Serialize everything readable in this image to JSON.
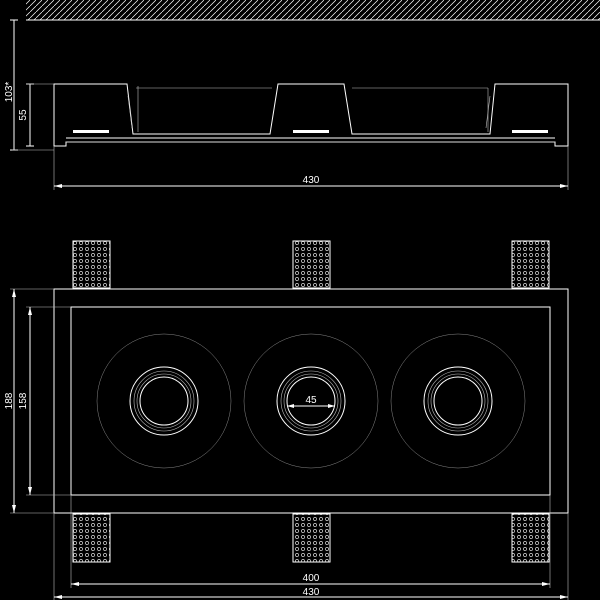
{
  "colors": {
    "background": "#000000",
    "line": "#ffffff",
    "secondary_line": "#bdbdbd",
    "faint_line": "#8a8a8a"
  },
  "side_view": {
    "height_total": "103*",
    "height_body": "55",
    "width": "430"
  },
  "top_view": {
    "height_outer": "188",
    "height_inner": "158",
    "hole_diameter": "45",
    "width_inner": "400",
    "width_outer": "430"
  }
}
